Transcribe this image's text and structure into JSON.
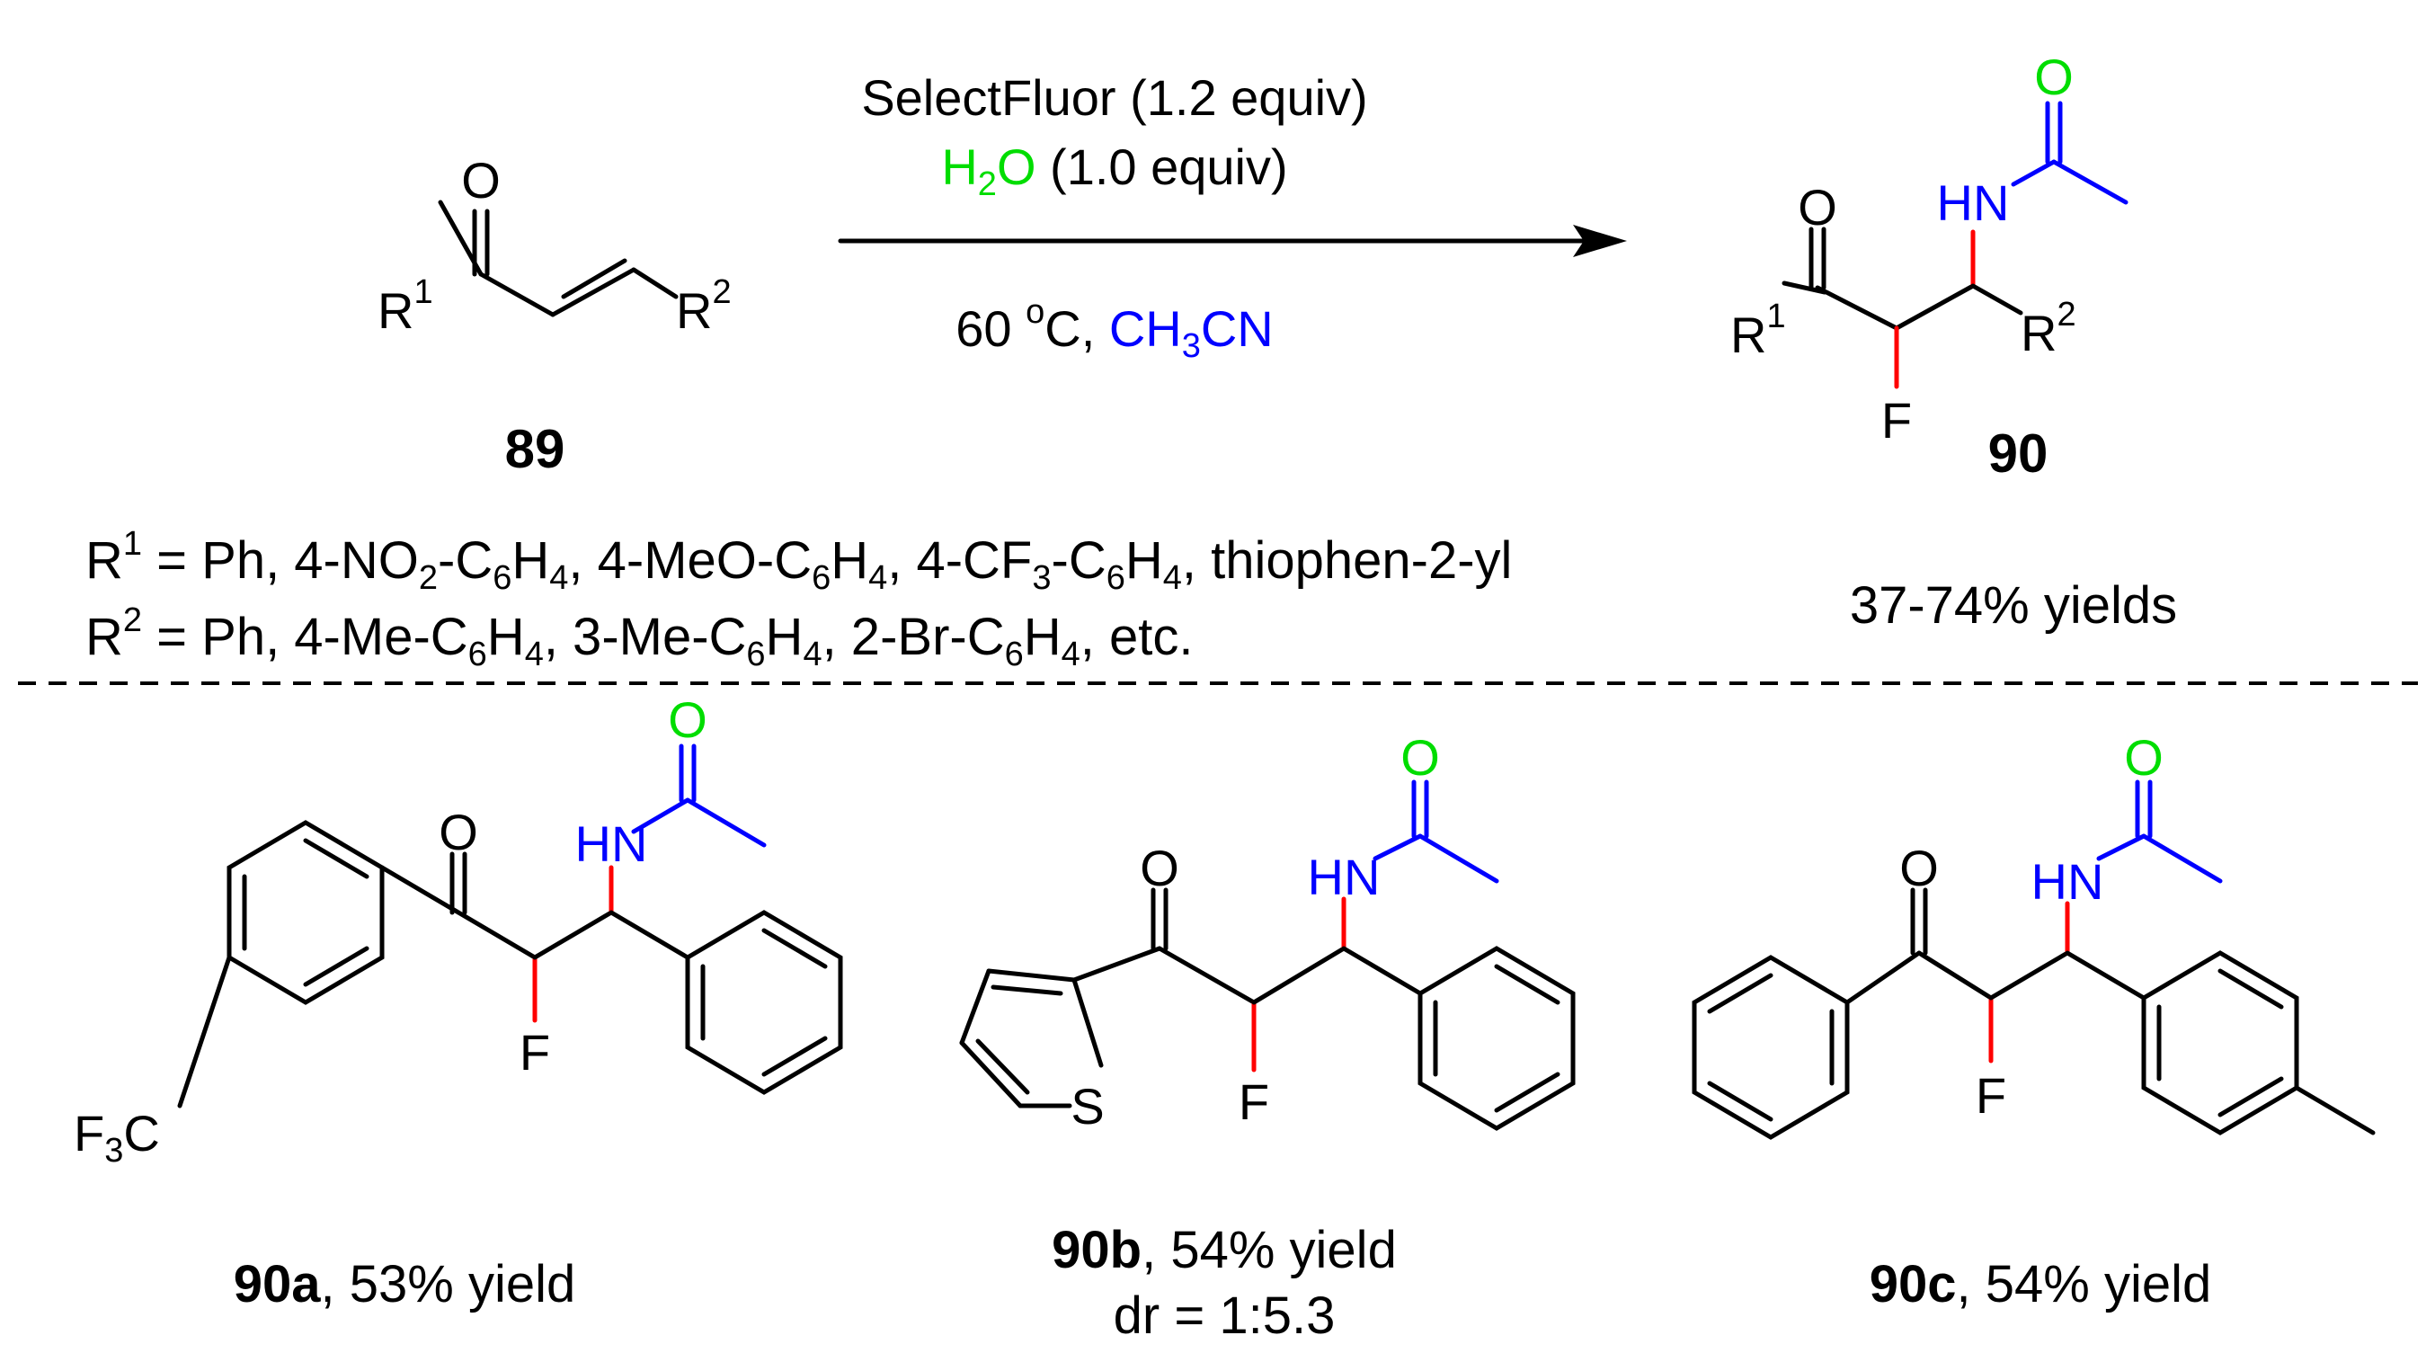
{
  "colors": {
    "black": "#000000",
    "red": "#ff0000",
    "blue": "#0000ff",
    "green": "#00dd00"
  },
  "atoms": {
    "O": "O",
    "HN": "HN",
    "F": "F",
    "S": "S",
    "R": "R",
    "sup1": "1",
    "sup2": "2",
    "F3C_F": "F",
    "F3C_sub": "3",
    "F3C_C": "C"
  },
  "reagents": {
    "reagent1": "SelectFluor (1.2 equiv)",
    "reagent2_H": "H",
    "reagent2_sub": "2",
    "reagent2_O": "O",
    "reagent2_rest": " (1.0 equiv)",
    "temp_num": "60 ",
    "temp_sup": "o",
    "temp_unit": "C, ",
    "solvent_CH": "CH",
    "solvent_sub": "3",
    "solvent_CN": "CN"
  },
  "compounds": {
    "sm": "89",
    "product": "90",
    "a_id": "90a",
    "a_yield": ", 53% yield",
    "b_id": "90b",
    "b_yield": ", 54% yield",
    "b_dr": "dr = 1:5.3",
    "c_id": "90c",
    "c_yield": ", 54% yield"
  },
  "scope": {
    "r1_R": "R",
    "r1_sup": "1",
    "r1_items": [
      {
        "text": " = Ph, 4-NO"
      },
      {
        "sub": "2"
      },
      {
        "text": "-C"
      },
      {
        "sub": "6"
      },
      {
        "text": "H"
      },
      {
        "sub": "4"
      },
      {
        "text": ", 4-MeO-C"
      },
      {
        "sub": "6"
      },
      {
        "text": "H"
      },
      {
        "sub": "4"
      },
      {
        "text": ", 4-CF"
      },
      {
        "sub": "3"
      },
      {
        "text": "-C"
      },
      {
        "sub": "6"
      },
      {
        "text": "H"
      },
      {
        "sub": "4"
      },
      {
        "text": ", thiophen-2-yl"
      }
    ],
    "r2_R": "R",
    "r2_sup": "2",
    "r2_items": [
      {
        "text": " = Ph, 4-Me-C"
      },
      {
        "sub": "6"
      },
      {
        "text": "H"
      },
      {
        "sub": "4"
      },
      {
        "text": ", 3-Me-C"
      },
      {
        "sub": "6"
      },
      {
        "text": "H"
      },
      {
        "sub": "4"
      },
      {
        "text": ", 2-Br-C"
      },
      {
        "sub": "6"
      },
      {
        "text": "H"
      },
      {
        "sub": "4"
      },
      {
        "text": ", etc."
      }
    ],
    "yields": "37-74% yields"
  }
}
